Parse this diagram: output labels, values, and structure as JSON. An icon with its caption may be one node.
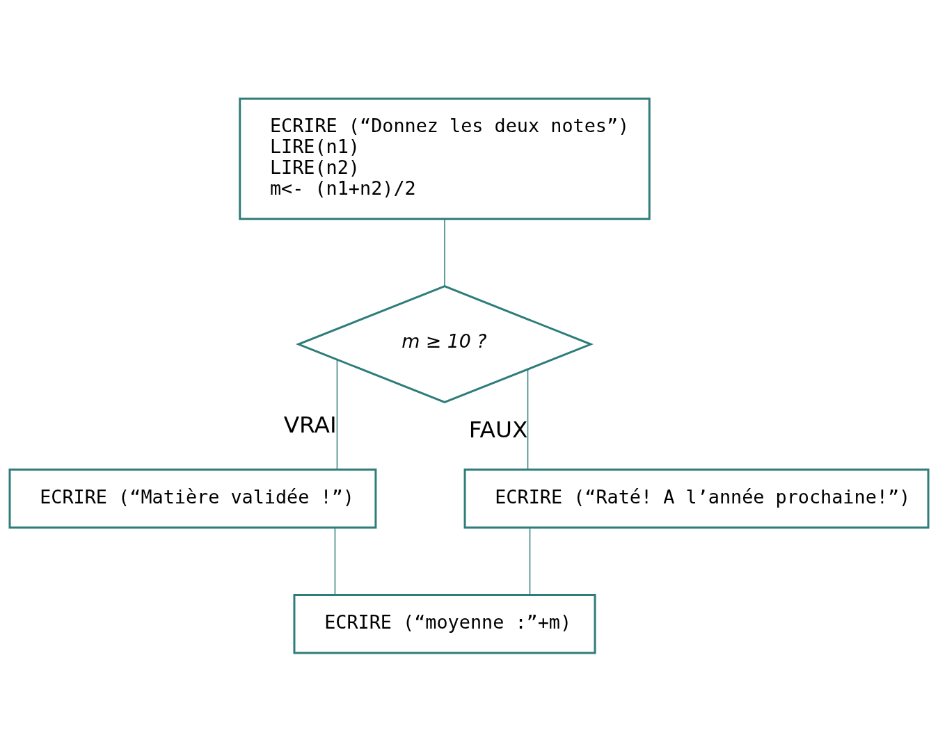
{
  "diagram": {
    "nodes": [
      {
        "text": [
          "ECRIRE (“Donnez les deux notes”)",
          "LIRE(n1)",
          "LIRE(n2)",
          "m<- (n1+n2)/2"
        ]
      },
      {
        "text": [
          "m ≥ 10 ?"
        ]
      },
      {
        "text": [
          "ECRIRE (“Matière validée !”)"
        ]
      },
      {
        "text": [
          "ECRIRE (“Raté! A l’année prochaine!”)"
        ]
      },
      {
        "text": [
          "ECRIRE (“moyenne :”+m)"
        ]
      }
    ],
    "edges": [
      {
        "from": 0,
        "to": 1,
        "arrow": "none"
      },
      {
        "from": 1,
        "to": 2,
        "arrow": "none",
        "label": "VRAI"
      },
      {
        "from": 1,
        "to": 3,
        "arrow": "none",
        "label": "FAUX"
      },
      {
        "from": 2,
        "to": 4,
        "arrow": "none"
      },
      {
        "from": 3,
        "to": 4,
        "arrow": "none"
      }
    ]
  }
}
